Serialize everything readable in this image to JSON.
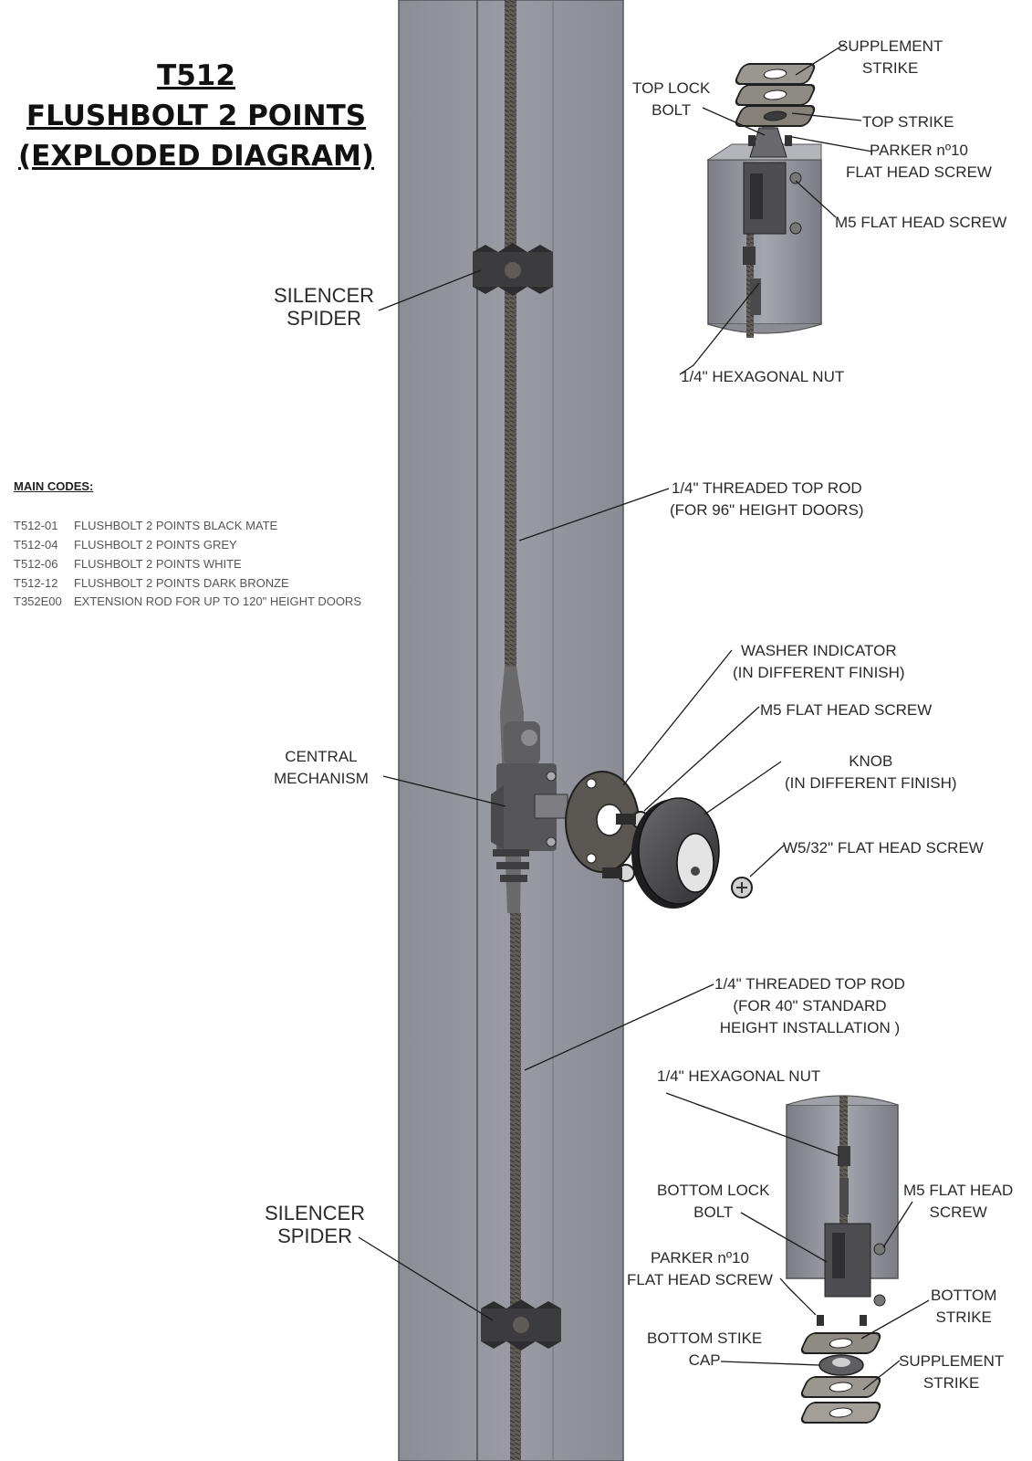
{
  "title": {
    "line1": "T512",
    "line2": "FLUSHBOLT 2 POINTS",
    "line3": "(EXPLODED DIAGRAM)"
  },
  "codes": {
    "heading": "MAIN CODES:",
    "items": [
      {
        "code": "T512-01",
        "desc": "FLUSHBOLT 2 POINTS BLACK MATE"
      },
      {
        "code": "T512-04",
        "desc": "FLUSHBOLT 2 POINTS GREY"
      },
      {
        "code": "T512-06",
        "desc": "FLUSHBOLT 2 POINTS WHITE"
      },
      {
        "code": "T512-12",
        "desc": "FLUSHBOLT 2 POINTS DARK BRONZE"
      },
      {
        "code": "T352E00",
        "desc": "EXTENSION ROD FOR UP TO 120\" HEIGHT DOORS"
      }
    ]
  },
  "labels": {
    "supplement_strike_top": [
      "SUPPLEMENT",
      "STRIKE"
    ],
    "top_lock_bolt": [
      "TOP LOCK",
      "BOLT"
    ],
    "top_strike": [
      "TOP STRIKE"
    ],
    "parker_top": [
      "PARKER nº10",
      "FLAT HEAD SCREW"
    ],
    "m5_top": [
      "M5 FLAT HEAD SCREW"
    ],
    "hex_nut_top": [
      "1/4\" HEXAGONAL NUT"
    ],
    "silencer_top": [
      "SILENCER",
      "SPIDER"
    ],
    "top_rod_96": [
      "1/4\" THREADED TOP ROD",
      "(FOR 96\" HEIGHT DOORS)"
    ],
    "washer_indicator": [
      "WASHER INDICATOR",
      "(IN DIFFERENT FINISH)"
    ],
    "m5_mid": [
      "M5 FLAT HEAD SCREW"
    ],
    "central_mechanism": [
      "CENTRAL",
      "MECHANISM"
    ],
    "knob": [
      "KNOB",
      "(IN DIFFERENT FINISH)"
    ],
    "w532": [
      "W5/32\" FLAT HEAD SCREW"
    ],
    "top_rod_40": [
      "1/4\" THREADED TOP ROD",
      "(FOR 40\" STANDARD",
      "HEIGHT INSTALLATION )"
    ],
    "hex_nut_bottom": [
      "1/4\" HEXAGONAL NUT"
    ],
    "bottom_lock_bolt": [
      "BOTTOM LOCK",
      "BOLT"
    ],
    "m5_bottom": [
      "M5 FLAT HEAD",
      "SCREW"
    ],
    "parker_bottom": [
      "PARKER nº10",
      "FLAT HEAD SCREW"
    ],
    "bottom_strike": [
      "BOTTOM",
      "STRIKE"
    ],
    "bottom_strike_cap": [
      "BOTTOM STIKE",
      "CAP"
    ],
    "supplement_strike_bottom": [
      "SUPPLEMENT",
      "STRIKE"
    ],
    "silencer_bottom": [
      "SILENCER",
      "SPIDER"
    ]
  },
  "colors": {
    "door": "#8f9098",
    "door_edge": "#6f7078",
    "rod": "#5d5a57",
    "part_dark": "#4a4a4c",
    "part_mid": "#8a8a8a",
    "leader": "#1a1a1a"
  }
}
